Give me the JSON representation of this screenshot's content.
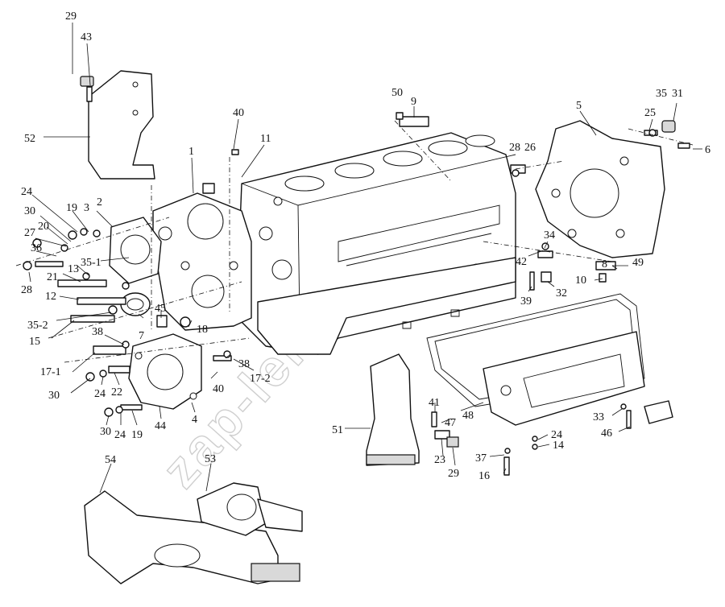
{
  "watermark": "zap-ler.com",
  "labels": [
    "29",
    "43",
    "52",
    "40",
    "11",
    "1",
    "50",
    "9",
    "5",
    "35",
    "31",
    "25",
    "28",
    "26",
    "6",
    "24",
    "19",
    "3",
    "2",
    "30",
    "20",
    "27",
    "36",
    "35-1",
    "13",
    "21",
    "28",
    "12",
    "34",
    "42",
    "8",
    "49",
    "10",
    "39",
    "32",
    "35-2",
    "15",
    "45",
    "7",
    "18",
    "38",
    "17-1",
    "38",
    "17-2",
    "30",
    "24",
    "22",
    "40",
    "30",
    "24",
    "19",
    "44",
    "4",
    "41",
    "47",
    "48",
    "51",
    "23",
    "29",
    "37",
    "16",
    "24",
    "14",
    "33",
    "46",
    "54",
    "53"
  ]
}
